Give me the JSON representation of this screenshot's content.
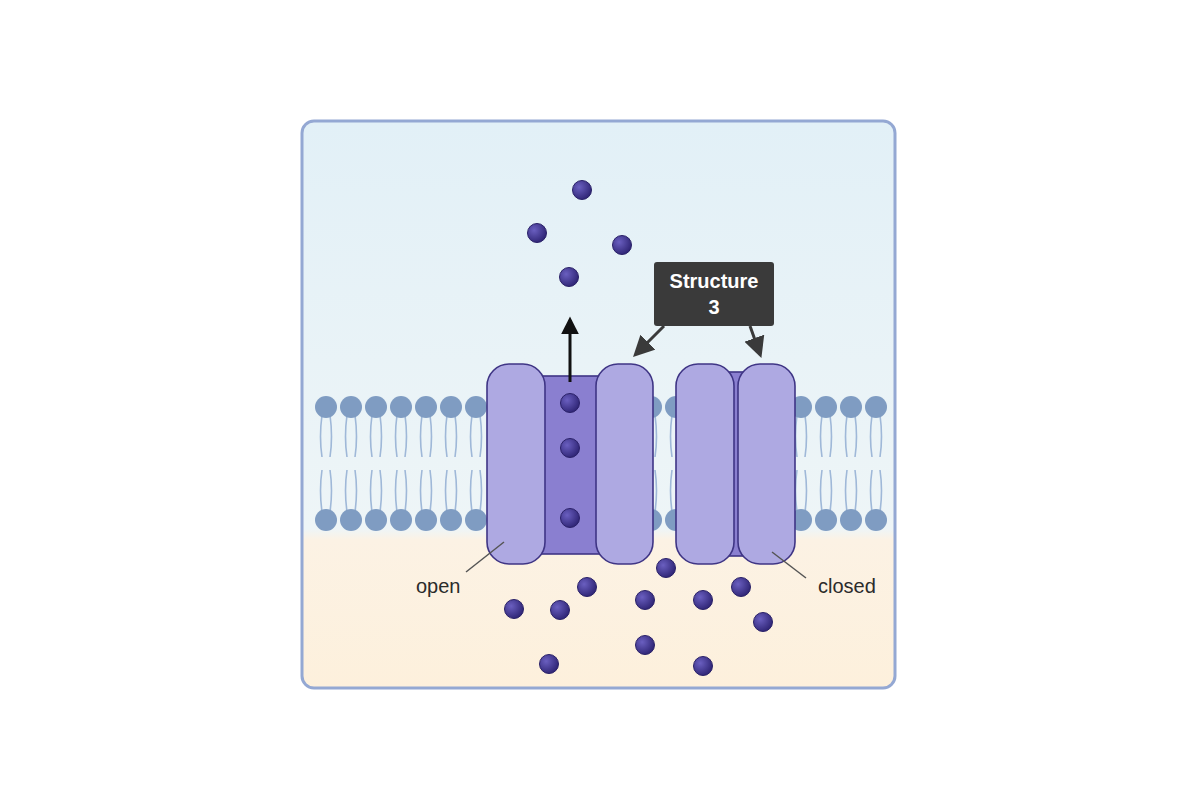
{
  "diagram": {
    "nodes": [
      {
        "text": [
          "Structure 3"
        ]
      }
    ],
    "labels": [
      "open",
      "closed"
    ]
  }
}
